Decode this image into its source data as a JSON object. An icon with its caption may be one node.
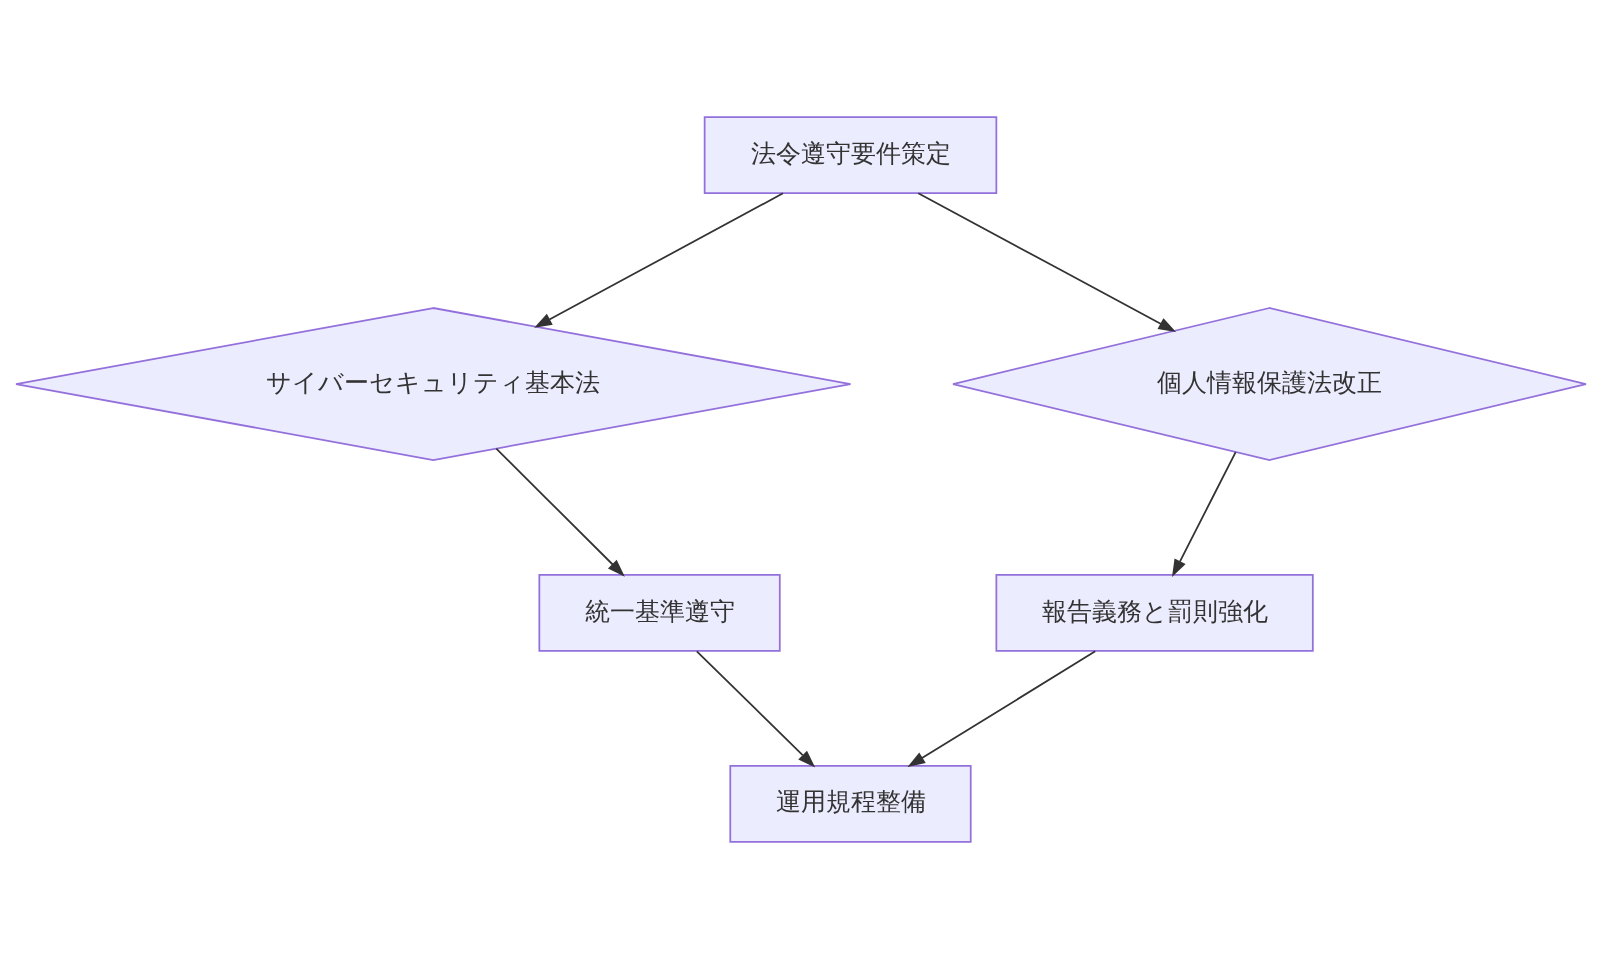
{
  "diagram": {
    "nodes": [
      {
        "text": [
          "法令遵守要件策定"
        ]
      },
      {
        "text": [
          "サイバーセキュリティ基本法"
        ]
      },
      {
        "text": [
          "個人情報保護法改正"
        ]
      },
      {
        "text": [
          "統一基準遵守"
        ]
      },
      {
        "text": [
          "報告義務と罰則強化"
        ]
      },
      {
        "text": [
          "運用規程整備"
        ]
      }
    ],
    "edges": [
      {
        "from": 0,
        "to": 1,
        "arrow": "to"
      },
      {
        "from": 0,
        "to": 2,
        "arrow": "to"
      },
      {
        "from": 1,
        "to": 3,
        "arrow": "to"
      },
      {
        "from": 2,
        "to": 4,
        "arrow": "to"
      },
      {
        "from": 3,
        "to": 5,
        "arrow": "to"
      },
      {
        "from": 4,
        "to": 5,
        "arrow": "to"
      }
    ]
  }
}
